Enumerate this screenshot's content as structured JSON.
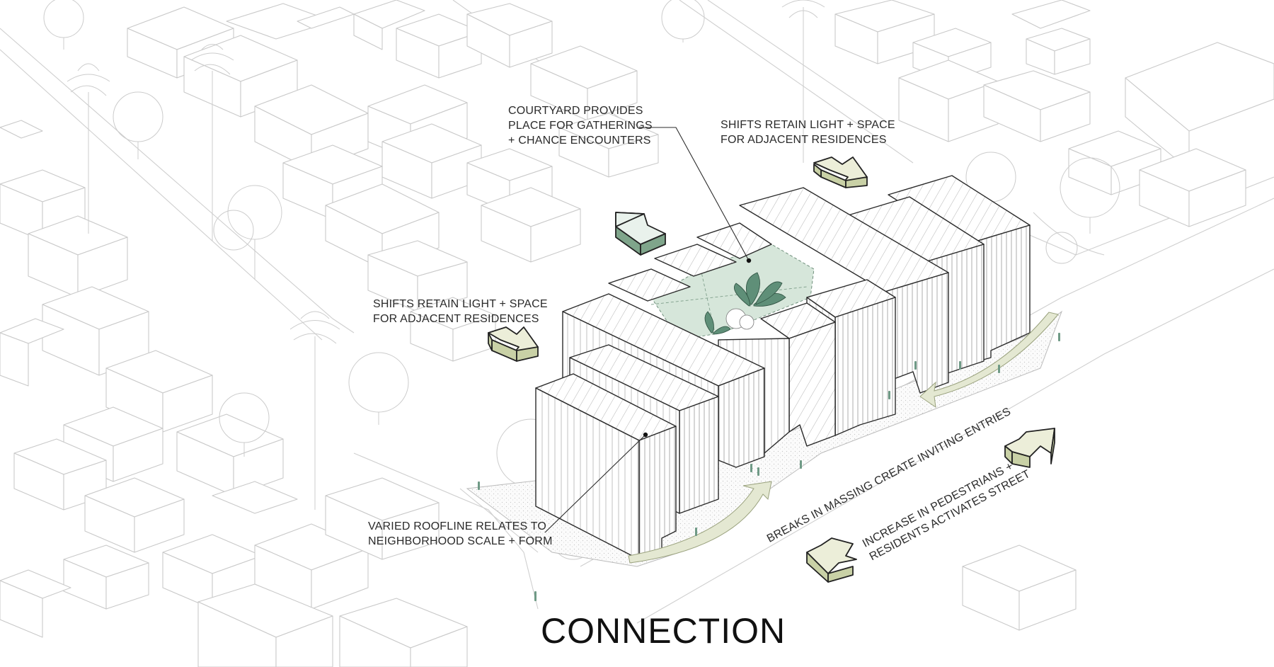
{
  "title": "CONNECTION",
  "annotations": {
    "courtyard": "COURTYARD PROVIDES\nPLACE FOR GATHERINGS\n+ CHANCE ENCOUNTERS",
    "shifts_right": "SHIFTS RETAIN LIGHT + SPACE\nFOR ADJACENT RESIDENCES",
    "shifts_left": "SHIFTS RETAIN LIGHT + SPACE\nFOR ADJACENT RESIDENCES",
    "varied_roofline": "VARIED ROOFLINE RELATES TO\nNEIGHBORHOOD SCALE + FORM",
    "breaks_massing": "BREAKS IN MASSING CREATE INVITING ENTRIES",
    "pedestrians": "INCREASE IN PEDESTRIANS +\nRESIDENTS ACTIVATES STREET"
  },
  "colors": {
    "arrow_olive": "#c9d1a6",
    "arrow_green": "#7fa58b",
    "courtyard_green": "#d6e6da",
    "context_line": "#c9c9c9",
    "building_line": "#2b2b2b"
  }
}
